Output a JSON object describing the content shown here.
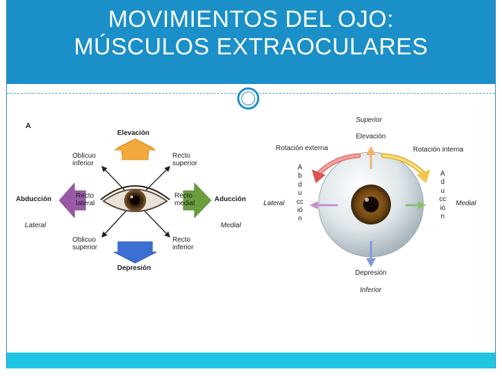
{
  "slide": {
    "title_line1": "MOVIMIENTOS DEL OJO:",
    "title_line2": "MÚSCULOS EXTRAOCULARES"
  },
  "colors": {
    "header": "#1a8fc8",
    "footer": "#1fc6e4",
    "elevacion_arrow": "#f0a030",
    "depresion_arrow": "#2f64c8",
    "abduccion_arrow": "#9b5aa8",
    "aduccion_arrow": "#6a9e3e",
    "rotacion_externa_arrow": "#d9534f",
    "rotacion_interna_arrow": "#f2c84b"
  },
  "left_diagram": {
    "panel_letter": "A",
    "elevacion": "Elevación",
    "depresion": "Depresión",
    "abduccion": "Abducción",
    "aduccion": "Aducción",
    "oblicuo_inferior": "Oblicuo\ninferior",
    "recto_superior": "Recto\nsuperior",
    "recto_lateral": "Recto\nlateral",
    "recto_medial": "Recto\nmedial",
    "oblicuo_superior": "Oblicuo\nsuperior",
    "recto_inferior": "Recto\ninferior",
    "lateral": "Lateral",
    "medial": "Medial"
  },
  "right_diagram": {
    "superior": "Superior",
    "elevacion": "Elevación",
    "rotacion_externa": "Rotación externa",
    "rotacion_interna": "Rotación interna",
    "abduccion_vertical": "Abducción",
    "aduccion_vertical": "Aducción",
    "lateral": "Lateral",
    "medial": "Medial",
    "depresion": "Depresión",
    "inferior": "Inferior"
  }
}
